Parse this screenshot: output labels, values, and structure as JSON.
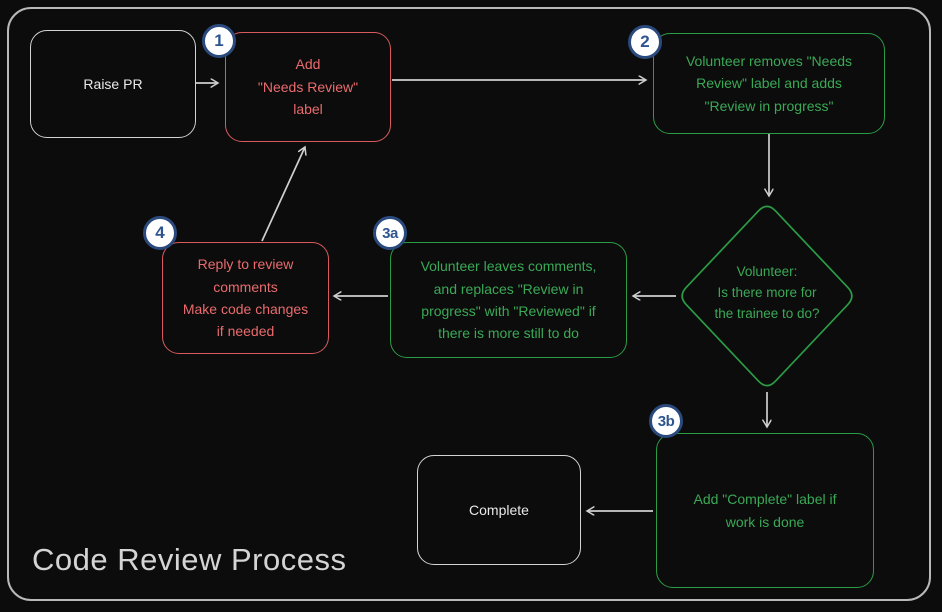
{
  "title": "Code Review Process",
  "colors": {
    "background": "#0c0c0c",
    "frame_border": "#b9b9b9",
    "neutral_border": "#d4d4d4",
    "neutral_text": "#e9e9e9",
    "red_border": "#d85a5e",
    "red_text": "#ea6b6e",
    "green_border": "#2b9c46",
    "green_text": "#3aa956",
    "badge_border": "#2a4a7d",
    "badge_text": "#2e558f",
    "badge_fill": "#ffffff",
    "arrow": "#cfcfcf",
    "title_text": "#d4d4d4"
  },
  "nodes": {
    "raise_pr": {
      "lines": [
        "Raise PR"
      ]
    },
    "add_needs_review": {
      "lines": [
        "Add",
        "\"Needs Review\"",
        "label"
      ]
    },
    "volunteer_removes": {
      "lines": [
        "Volunteer removes \"Needs",
        "Review\" label and adds",
        "\"Review in progress\""
      ]
    },
    "decision": {
      "lines": [
        "Volunteer:",
        "Is there more for",
        "the trainee to do?"
      ]
    },
    "leaves_comments": {
      "lines": [
        "Volunteer leaves comments,",
        "and replaces \"Review in",
        "progress\" with \"Reviewed\" if",
        "there is more still to do"
      ]
    },
    "reply_comments": {
      "lines": [
        "Reply to review",
        "comments",
        "Make code changes",
        "if needed"
      ]
    },
    "add_complete": {
      "lines": [
        "Add \"Complete\" label if",
        "work is done"
      ]
    },
    "complete": {
      "lines": [
        "Complete"
      ]
    }
  },
  "badges": {
    "n1": "1",
    "n2": "2",
    "n3a": "3a",
    "n3b": "3b",
    "n4": "4"
  }
}
